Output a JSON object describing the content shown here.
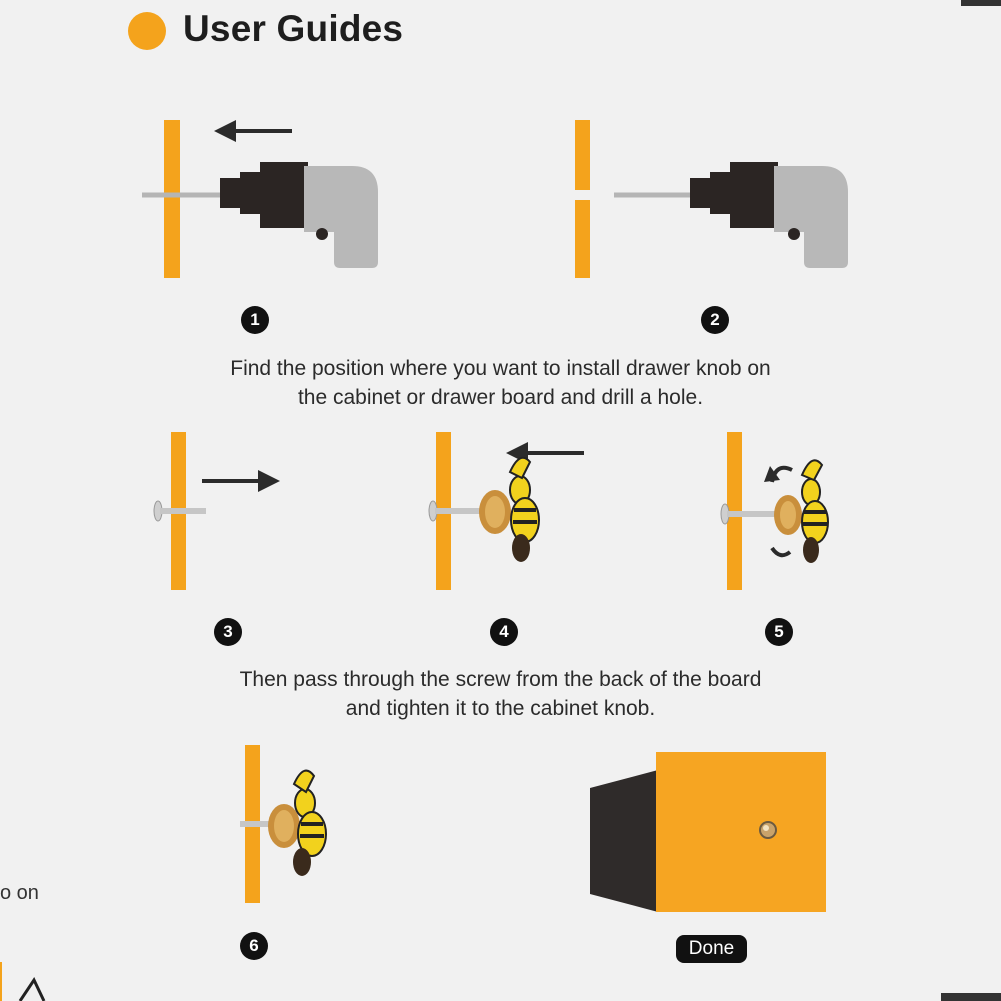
{
  "header": {
    "title": "User Guides"
  },
  "steps": [
    "1",
    "2",
    "3",
    "4",
    "5",
    "6"
  ],
  "captions": {
    "first": [
      "Find the position where you want to install drawer knob on",
      "the cabinet or drawer board and drill a hole."
    ],
    "second": [
      "Then pass through the screw from the back of the board",
      "and tighten it to the cabinet knob."
    ]
  },
  "done_label": "Done",
  "edge_fragment": "o on",
  "colors": {
    "accent": "#f4a31c",
    "dark": "#111111",
    "drill_body": "#b5b5b5",
    "drill_chuck": "#2b2523",
    "drawer_front": "#f6a522",
    "drawer_side": "#2f2b2a"
  }
}
